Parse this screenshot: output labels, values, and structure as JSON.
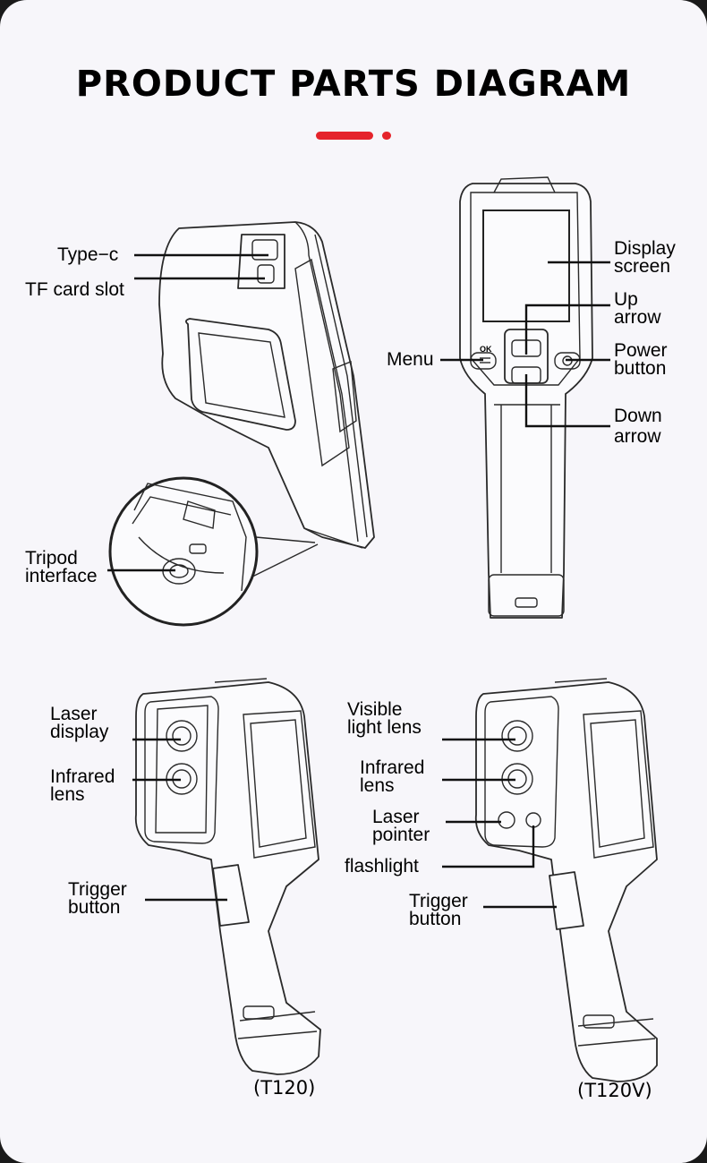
{
  "title": "PRODUCT PARTS DIAGRAM",
  "colors": {
    "accent": "#e5242b",
    "background": "#f7f6fa",
    "ink": "#111111"
  },
  "top_left": {
    "type_c": "Type−c",
    "tf_card_slot": "TF card slot",
    "tripod_line1": "Tripod",
    "tripod_line2": "interface"
  },
  "top_right": {
    "display_line1": "Display",
    "display_line2": "screen",
    "up_line1": "Up",
    "up_line2": "arrow",
    "menu": "Menu",
    "power_line1": "Power",
    "power_line2": "button",
    "down_line1": "Down",
    "down_line2": "arrow",
    "ok_mark": "OK"
  },
  "bottom_left": {
    "laser_display_line1": "Laser",
    "laser_display_line2": "display",
    "infrared_line1": "Infrared",
    "infrared_line2": "lens",
    "trigger_line1": "Trigger",
    "trigger_line2": "button",
    "model": "(T120)"
  },
  "bottom_right": {
    "visible_line1": "Visible",
    "visible_line2": "light lens",
    "infrared_line1": "Infrared",
    "infrared_line2": "lens",
    "laser_pointer_line1": "Laser",
    "laser_pointer_line2": "pointer",
    "flashlight": "flashlight",
    "trigger_line1": "Trigger",
    "trigger_line2": "button",
    "model": "(T120V)"
  }
}
